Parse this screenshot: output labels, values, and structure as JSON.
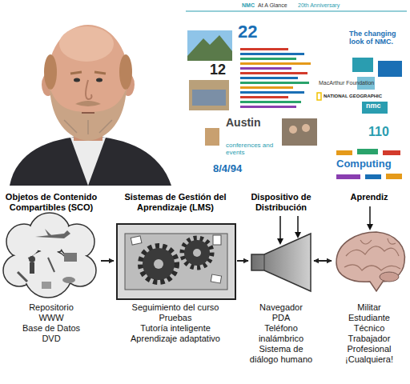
{
  "diagram": {
    "nodes": [
      {
        "text": [
          "Objetos de Contenido Compartibles (SCO)",
          "Repositorio",
          "WWW",
          "Base de Datos",
          "DVD"
        ]
      },
      {
        "text": [
          "Sistemas de Gestión del Aprendizaje (LMS)",
          "Seguimiento del curso",
          "Pruebas",
          "Tutoría inteligente",
          "Aprendizaje adaptativo"
        ]
      },
      {
        "text": [
          "Dispositivo de Distribución",
          "Navegador",
          "PDA",
          "Teléfono inalámbrico",
          "Sistema de diálogo humano"
        ]
      },
      {
        "text": [
          "Aprendiz",
          "Militar",
          "Estudiante",
          "Técnico",
          "Trabajador",
          "Profesional",
          "¡Cualquiera!"
        ]
      }
    ],
    "edges": [
      {
        "from": 0,
        "to": 1,
        "arrow": "to"
      },
      {
        "from": 1,
        "to": 2,
        "arrow": "to"
      },
      {
        "from": 2,
        "to": 3,
        "arrow": "both"
      }
    ],
    "labels": [
      "NMC",
      "At A Glance",
      "20th Anniversary",
      "22",
      "12",
      "The changing look of NMC.",
      "MacArthur Foundation",
      "NATIONAL GEOGRAPHIC",
      "Austin",
      "conferences and events",
      "110",
      "nmc",
      "8/4/94",
      "Computing"
    ]
  }
}
